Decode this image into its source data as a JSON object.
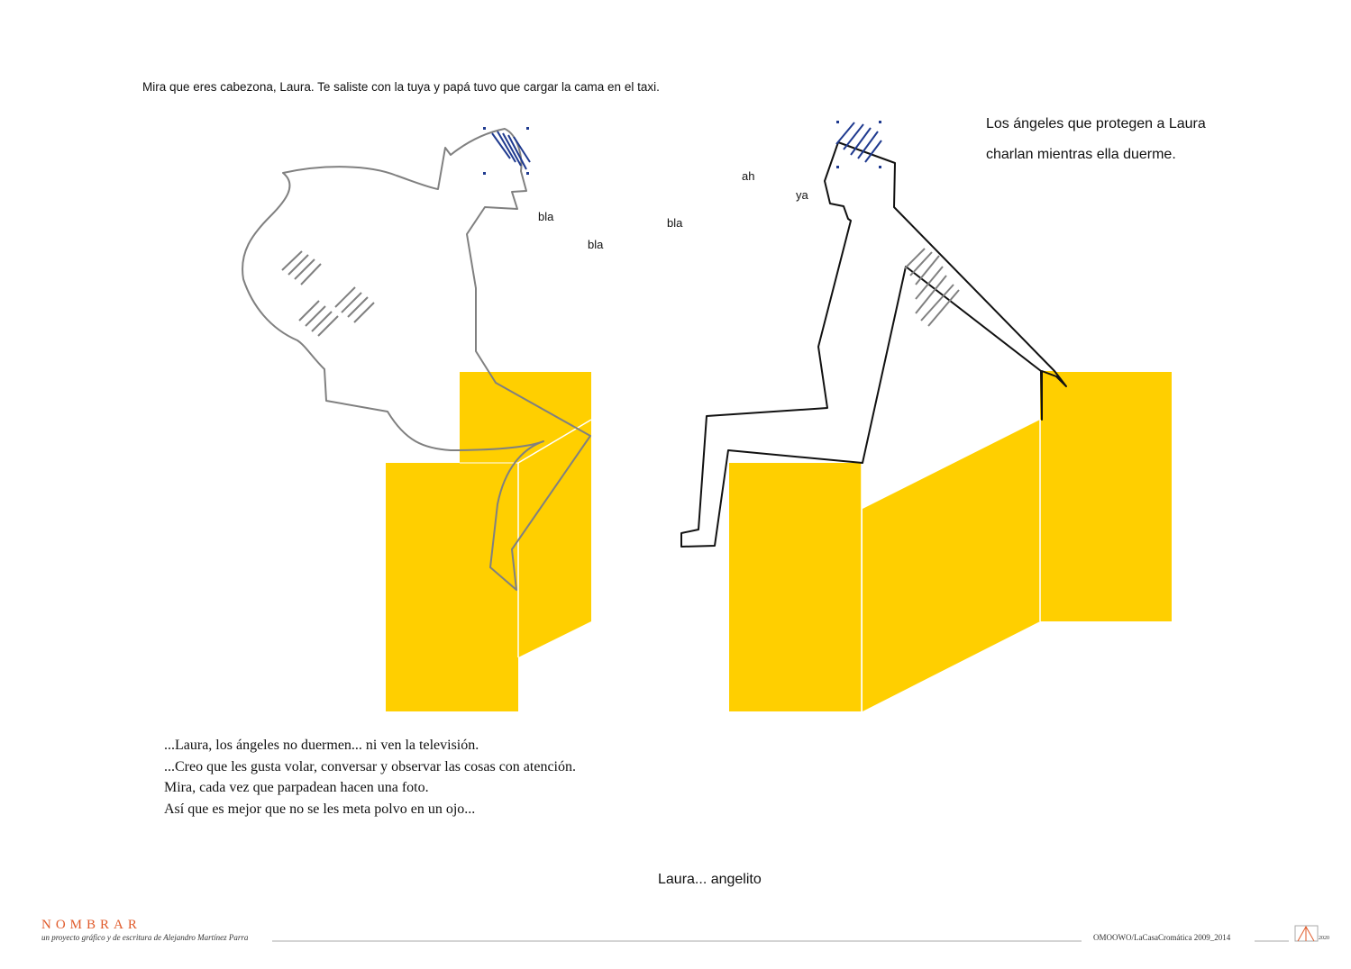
{
  "captions": {
    "top": "Mira que eres cabezona, Laura. Te saliste con la tuya y papá tuvo que cargar la cama en el taxi.",
    "right_line1": "Los ángeles que protegen a Laura",
    "right_line2": "charlan mientras ella duerme."
  },
  "speech": {
    "bla1": "bla",
    "bla2": "bla",
    "bla3": "bla",
    "ah": "ah",
    "ya": "ya"
  },
  "dialogue": {
    "line1": "...Laura, los ángeles no duermen... ni ven la televisión.",
    "line2": "...Creo que les gusta volar, conversar y observar las cosas con atención.",
    "line3": "Mira, cada vez que parpadean hacen una foto.",
    "line4": "Así que es mejor que no se les meta polvo en un ojo..."
  },
  "closing": "Laura... angelito",
  "footer": {
    "brand": "NOMBRAR",
    "subtitle": "un proyecto gráfico y de escritura de Alejandro Martínez Parra",
    "right": "OMOOWO/LaCasaCromática 2009_2014",
    "year": "2020"
  },
  "colors": {
    "yellow": "#ffcf00",
    "brand": "#e05a2a",
    "eye_blue": "#1f3a8f",
    "gray_line": "#808080"
  },
  "icons": {
    "logo": "house-a-logo-icon"
  }
}
